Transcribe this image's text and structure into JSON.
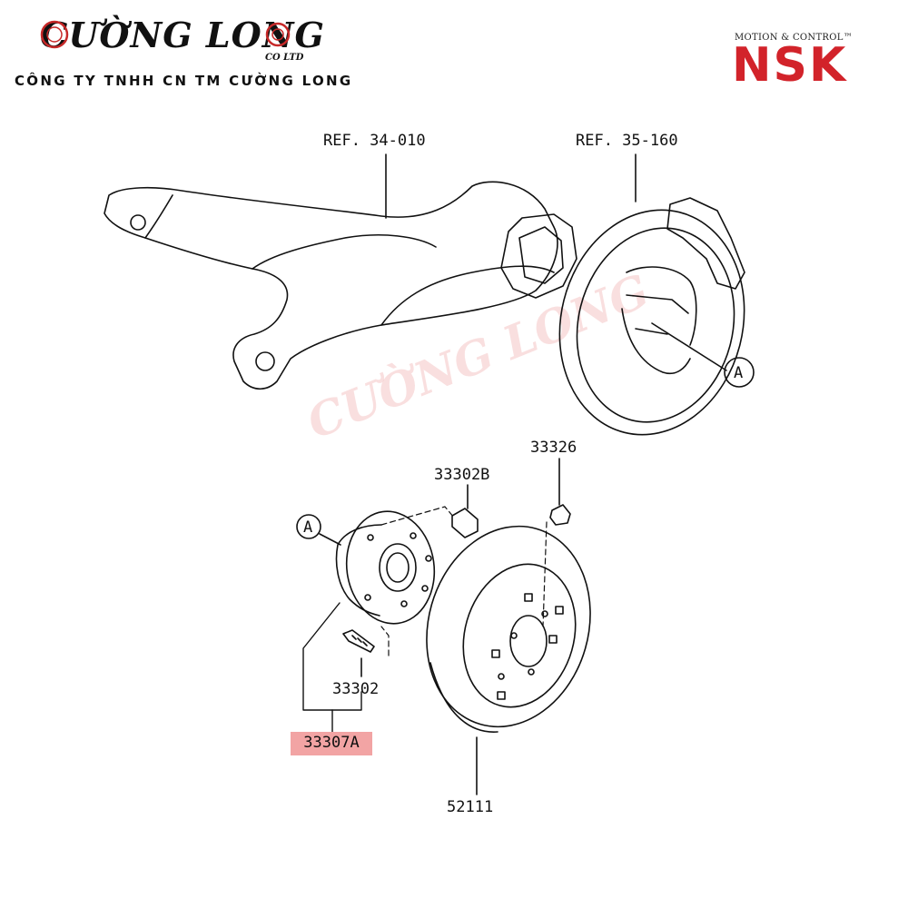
{
  "header": {
    "brand_name": "CƯỜNG LONG",
    "brand_suffix": "CO LTD",
    "company_full_name": "CÔNG TY TNHH CN TM CƯỜNG LONG",
    "partner_tagline": "MOTION & CONTROL™",
    "partner_brand": "NSK",
    "partner_color": "#d2232a"
  },
  "watermark": {
    "text": "CƯỜNG LONG"
  },
  "diagram": {
    "refs": {
      "arm": "REF. 34-010",
      "backing_plate": "REF. 35-160"
    },
    "callout_a_top": "A",
    "callout_a_hub": "A",
    "parts": {
      "nut": "33326",
      "bolt": "33302B",
      "stud": "33302",
      "hub_assembly": "33307A",
      "disc": "52111"
    },
    "highlight_color": "#f2a4a4"
  }
}
